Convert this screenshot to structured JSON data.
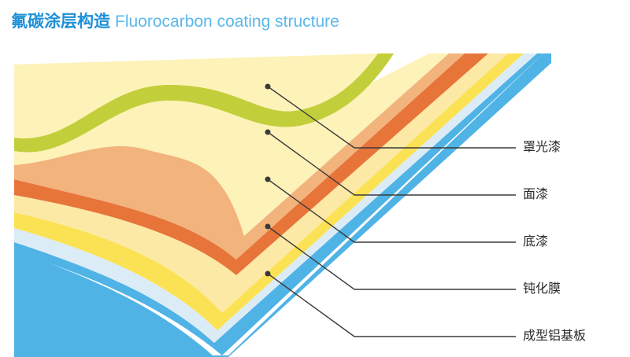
{
  "title": {
    "cn": "氟碳涂层构造",
    "en": "Fluorocarbon coating structure"
  },
  "layers": [
    {
      "label": "罩光漆"
    },
    {
      "label": "面漆"
    },
    {
      "label": "底漆"
    },
    {
      "label": "钝化膜"
    },
    {
      "label": "成型铝基板"
    }
  ],
  "colors": {
    "title_cn": "#1e8fd6",
    "title_en": "#5bb8ea",
    "substrate": "#4fb3e6",
    "substrate_light": "#dcecf6",
    "passivation": "#fbe254",
    "primer_light": "#fde9a6",
    "primer": "#f2b37c",
    "primer_dark": "#e7753a",
    "topcoat": "#fdf2b8",
    "clearcoat": "#c2cf3b",
    "leader": "#3a3a3a"
  }
}
